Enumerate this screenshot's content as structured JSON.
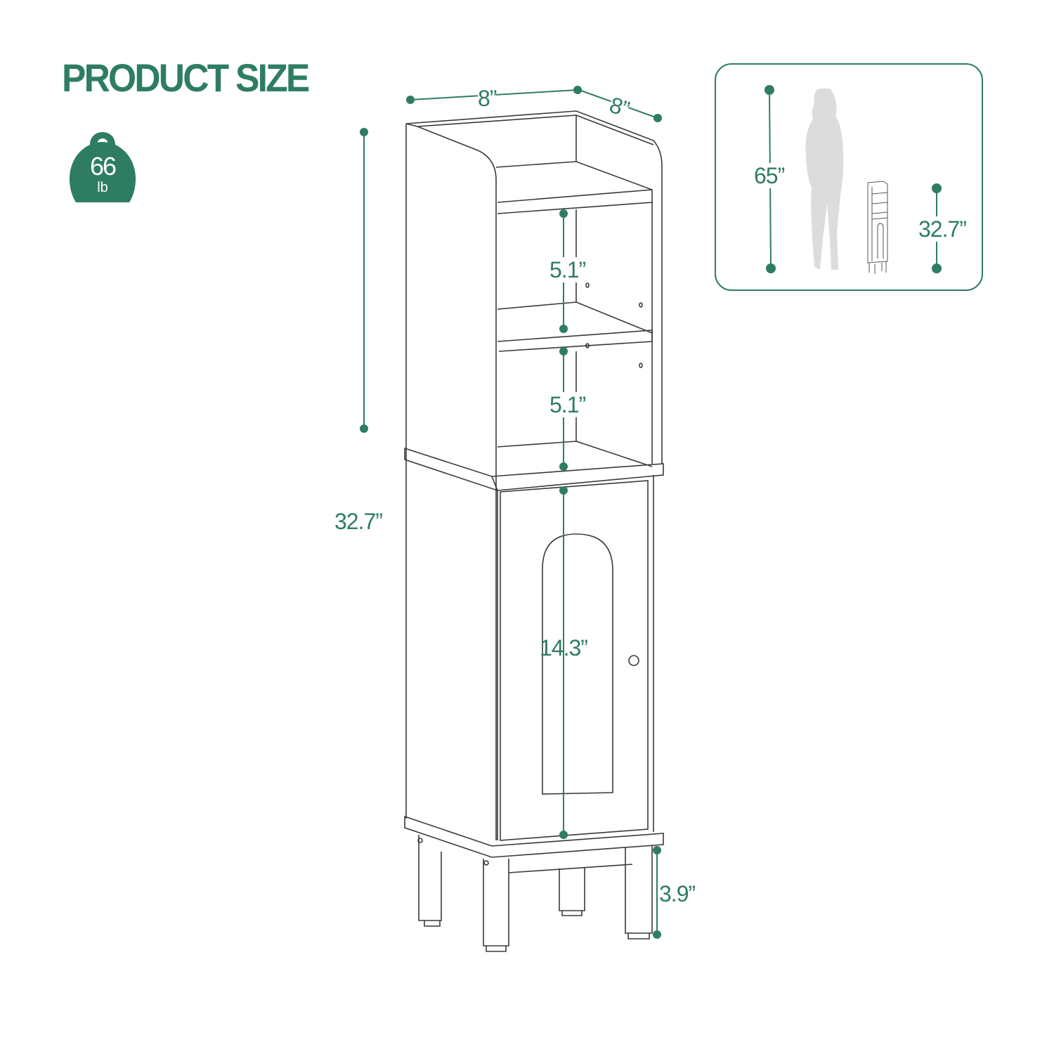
{
  "title": "PRODUCT SIZE",
  "weight_badge": {
    "value": "66",
    "unit": "lb"
  },
  "dimensions": {
    "width": "8”",
    "depth": "8”",
    "total_height": "32.7”",
    "shelf_1_height": "5.1”",
    "shelf_2_height": "5.1”",
    "cabinet_height": "14.3”",
    "leg_height": "3.9”"
  },
  "comparison": {
    "person_height": "65”",
    "cabinet_height": "32.7”"
  },
  "colors": {
    "accent": "#2e7d62",
    "line": "#3a3a3a",
    "silhouette": "#dcdcdc"
  }
}
